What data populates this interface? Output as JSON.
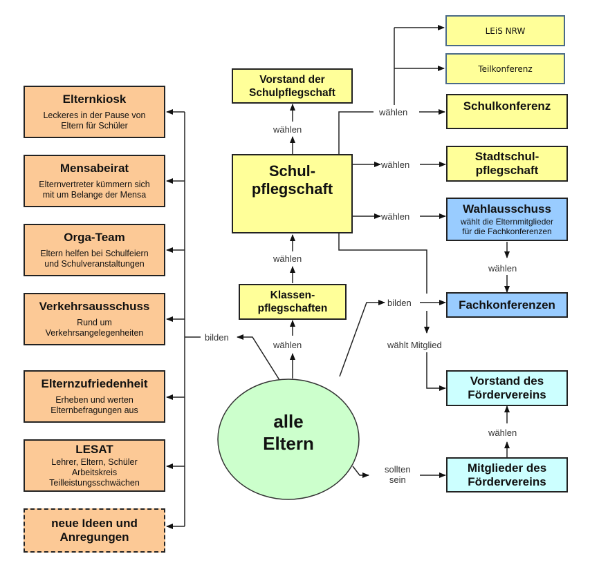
{
  "left_column": {
    "items": [
      {
        "title": "Elternkiosk",
        "desc": [
          "Leckeres in der Pause von",
          "Eltern für Schüler"
        ]
      },
      {
        "title": "Mensabeirat",
        "desc": [
          "Elternvertreter kümmern sich",
          "mit um Belange der Mensa"
        ]
      },
      {
        "title": "Orga-Team",
        "desc": [
          "Eltern helfen bei Schulfeiern",
          "und Schulveranstaltungen"
        ]
      },
      {
        "title": "Verkehrsausschuss",
        "desc": [
          "Rund um",
          "Verkehrsangelegenheiten"
        ]
      },
      {
        "title": "Elternzufriedenheit",
        "desc": [
          "Erheben und werten",
          "Elternbefragungen aus"
        ]
      },
      {
        "title": "LESAT",
        "desc": [
          "Lehrer, Eltern, Schüler",
          "Arbeitskreis",
          "Teilleistungsschwächen"
        ]
      },
      {
        "title": "neue Ideen und Anregungen",
        "desc": []
      }
    ],
    "connector_label": "bilden"
  },
  "center": {
    "vorstand_schulpflegschaft": "Vorstand der Schulpflegschaft",
    "schulpflegschaft": [
      "Schul-",
      "pflegschaft"
    ],
    "klassenpflegschaften": [
      "Klassen-",
      "pflegschaften"
    ],
    "alle_eltern": [
      "alle",
      "Eltern"
    ],
    "label_waehlen_top": "wählen",
    "label_waehlen_mid": "wählen",
    "label_waehlen_bottom": "wählen"
  },
  "right": {
    "leis_nrw": "LEiS NRW",
    "teilkonferenz": "Teilkonferenz",
    "schulkonferenz": "Schulkonferenz",
    "stadtschulpflegschaft": [
      "Stadtschul-",
      "pflegschaft"
    ],
    "wahlausschuss": {
      "title": "Wahlausschuss",
      "desc": [
        "wählt die Elternmitglieder",
        "für die Fachkonferenzen"
      ]
    },
    "fachkonferenzen": "Fachkonferenzen",
    "vorstand_foerderverein": [
      "Vorstand des",
      "Fördervereins"
    ],
    "mitglieder_foerderverein": [
      "Mitglieder des",
      "Fördervereins"
    ],
    "labels": {
      "waehlen_schulkonferenz": "wählen",
      "waehlen_stadt": "wählen",
      "waehlen_wahlausschuss": "wählen",
      "waehlen_fach": "wählen",
      "bilden_fach": "bilden",
      "waehlt_mitglied": "wählt Mitglied",
      "waehlen_vorstand_fv": "wählen",
      "sollten_sein": [
        "sollten",
        "sein"
      ]
    }
  },
  "colors": {
    "orange": "#fcc996",
    "yellow": "#ffff99",
    "blue": "#99ccff",
    "cyan": "#ccffff",
    "green": "#ccffcc"
  }
}
